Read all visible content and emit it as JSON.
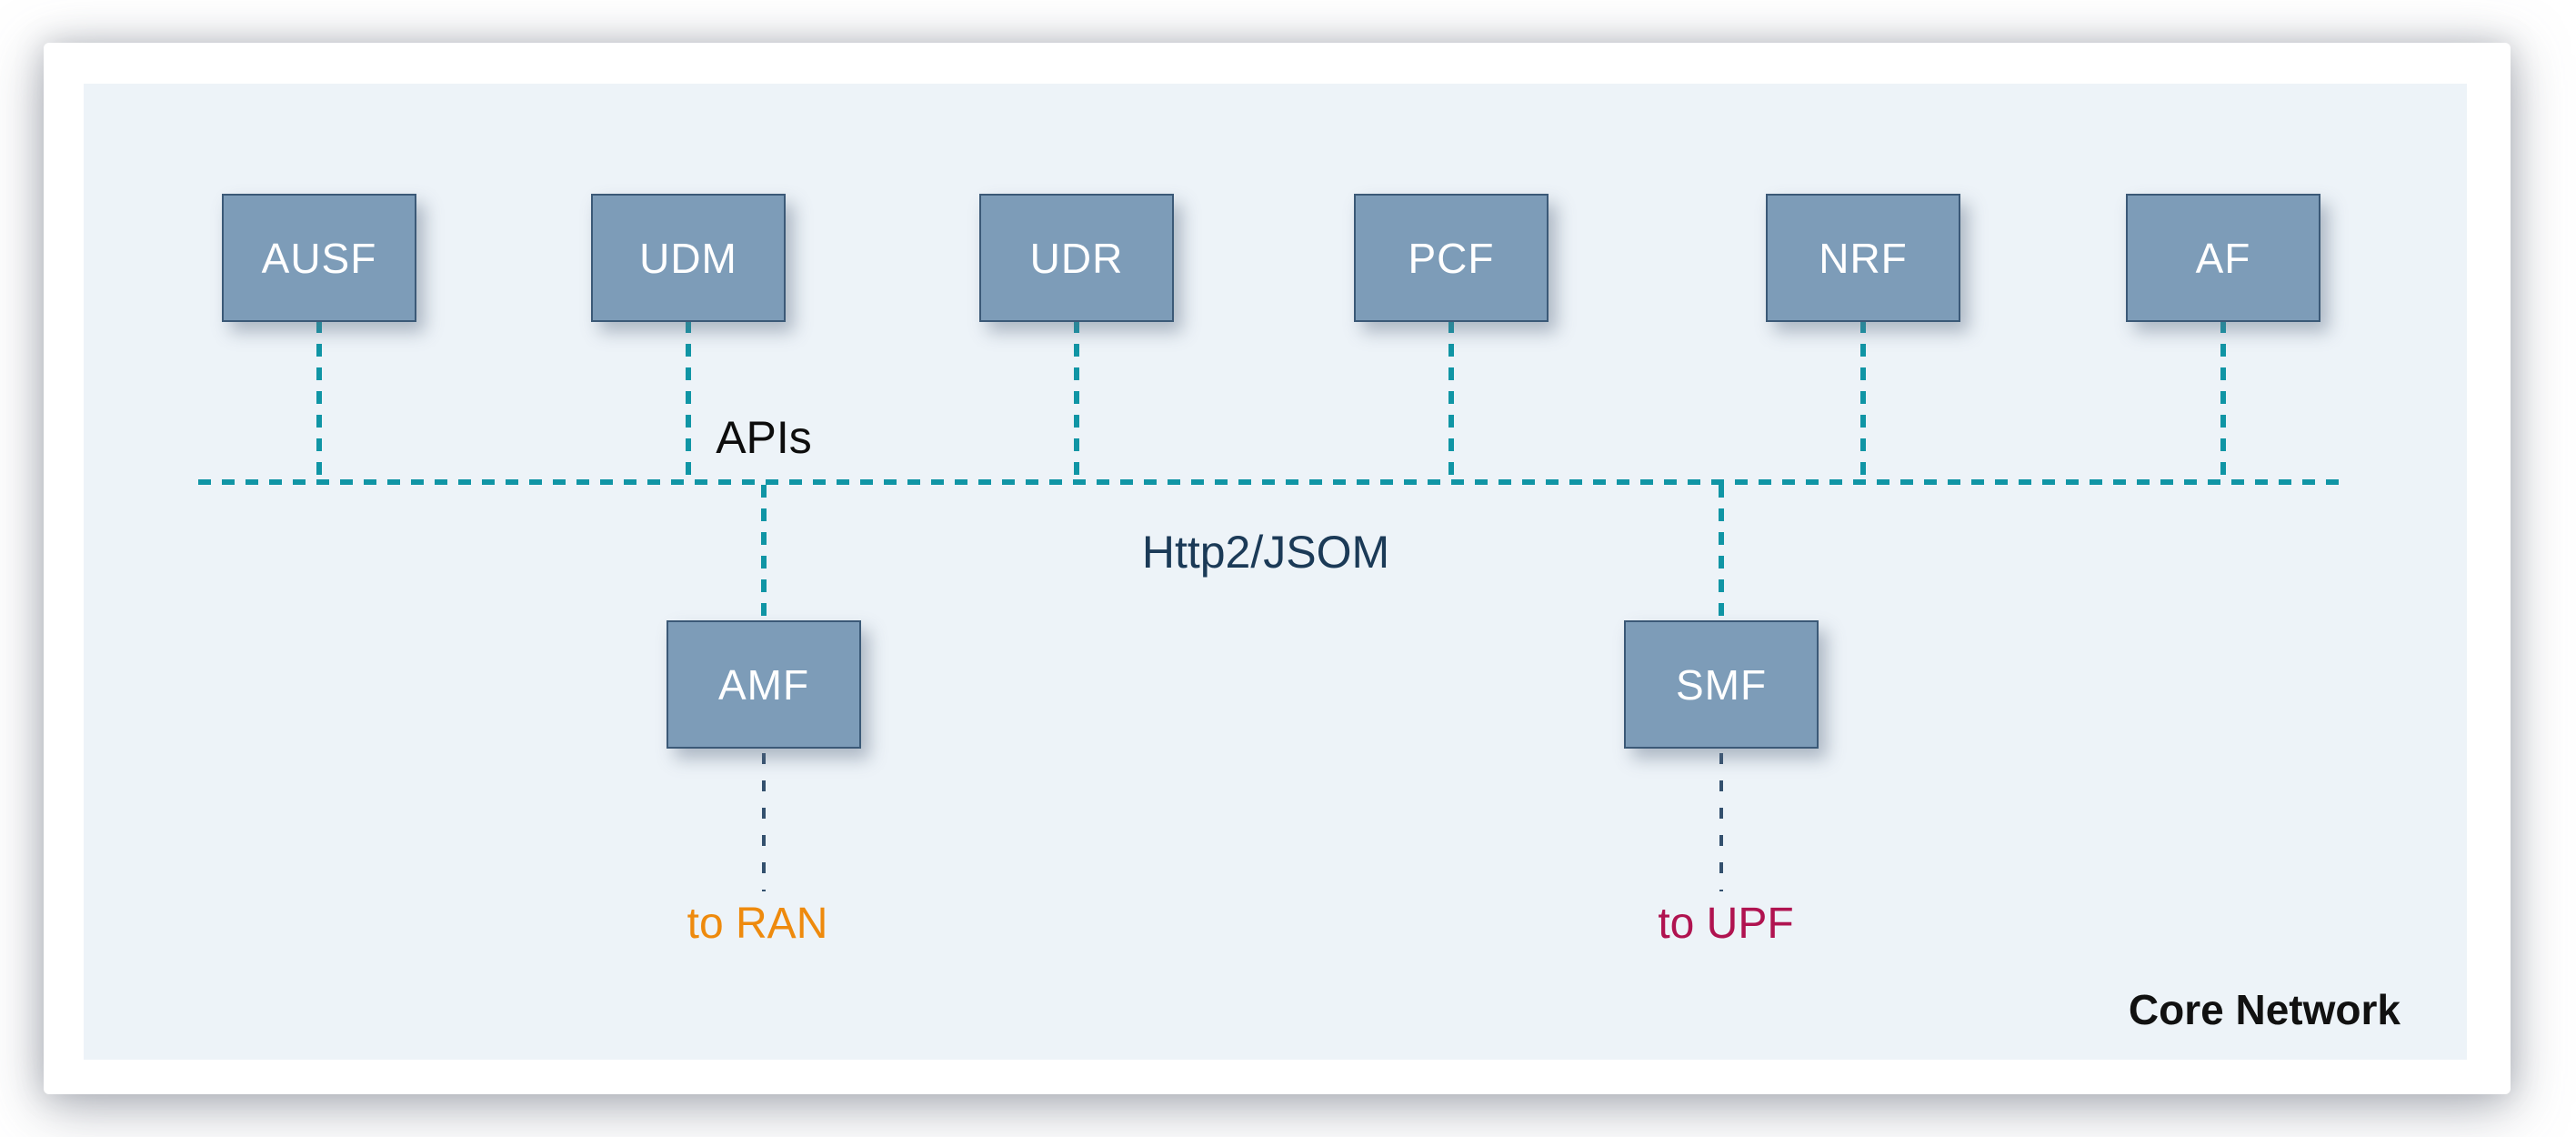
{
  "diagram": {
    "region_label": "Core Network",
    "bus": {
      "api_label": "APIs",
      "protocol_label": "Http2/JSOM"
    },
    "top_nodes": [
      {
        "id": "ausf",
        "label": "AUSF"
      },
      {
        "id": "udm",
        "label": "UDM"
      },
      {
        "id": "udr",
        "label": "UDR"
      },
      {
        "id": "pcf",
        "label": "PCF"
      },
      {
        "id": "nrf",
        "label": "NRF"
      },
      {
        "id": "af",
        "label": "AF"
      }
    ],
    "mid_nodes": [
      {
        "id": "amf",
        "label": "AMF",
        "external_label": "to RAN"
      },
      {
        "id": "smf",
        "label": "SMF",
        "external_label": "to UPF"
      }
    ],
    "edges": [
      {
        "from": "AUSF",
        "to": "API bus",
        "style": "teal-dashed"
      },
      {
        "from": "UDM",
        "to": "API bus",
        "style": "teal-dashed"
      },
      {
        "from": "UDR",
        "to": "API bus",
        "style": "teal-dashed"
      },
      {
        "from": "PCF",
        "to": "API bus",
        "style": "teal-dashed"
      },
      {
        "from": "NRF",
        "to": "API bus",
        "style": "teal-dashed"
      },
      {
        "from": "AF",
        "to": "API bus",
        "style": "teal-dashed"
      },
      {
        "from": "API bus",
        "to": "AMF",
        "style": "teal-dashed"
      },
      {
        "from": "API bus",
        "to": "SMF",
        "style": "teal-dashed"
      },
      {
        "from": "AMF",
        "to": "RAN",
        "style": "navy-dashed"
      },
      {
        "from": "SMF",
        "to": "UPF",
        "style": "navy-dashed"
      }
    ],
    "colors": {
      "teal_line": "#1095a5",
      "navy_line": "#33506e",
      "node_fill": "#7d9cb8",
      "node_border": "#3b5977",
      "panel_bg": "#edf3f8",
      "api_label_color": "#0d0d0d",
      "protocol_label_color": "#1b3a57",
      "ran_label_color": "#ee8a0d",
      "upf_label_color": "#b01350",
      "region_label_color": "#111111"
    }
  }
}
